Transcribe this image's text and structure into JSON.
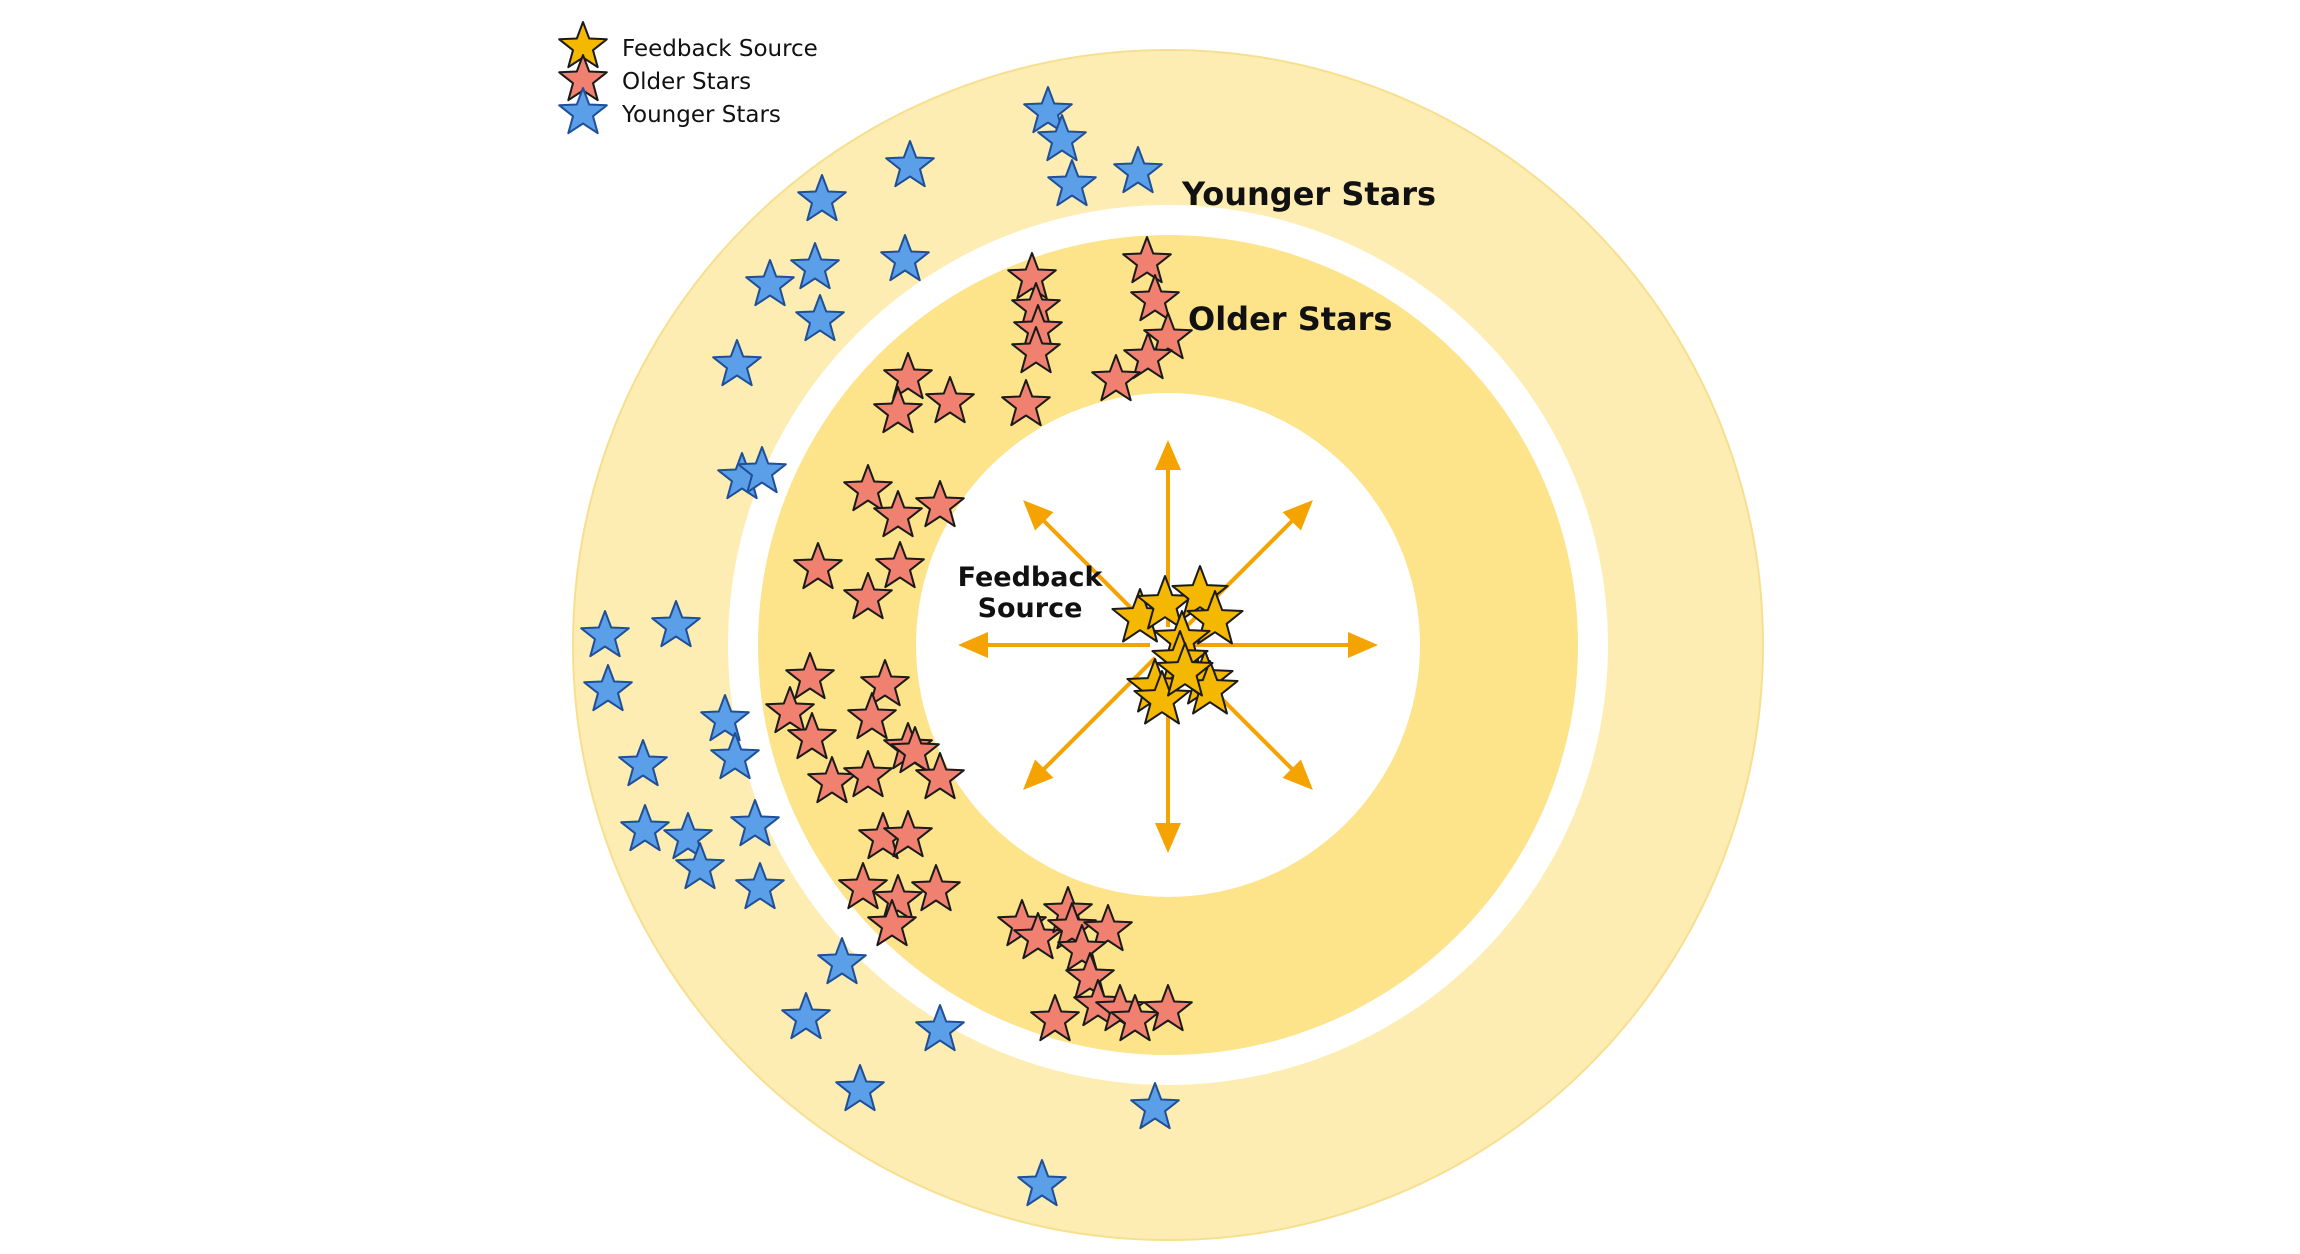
{
  "legend": {
    "items": [
      {
        "label": "Feedback Source",
        "color": "#F5B800"
      },
      {
        "label": "Older Stars",
        "color": "#F08070"
      },
      {
        "label": "Younger Stars",
        "color": "#5A9FE8"
      }
    ]
  },
  "labels": {
    "younger": "Younger Stars",
    "older": "Older Stars",
    "feedback_line1": "Feedback",
    "feedback_line2": "Source"
  },
  "colors": {
    "outer_ring": "#FDEDB3",
    "inner_ring": "#FDE38A",
    "arrow": "#F5A300",
    "feedback_star": "#F5B800",
    "older_star": "#F08070",
    "younger_star": "#5A9FE8",
    "star_stroke": "#1a1a1a",
    "younger_star_stroke": "#1f4f99"
  }
}
